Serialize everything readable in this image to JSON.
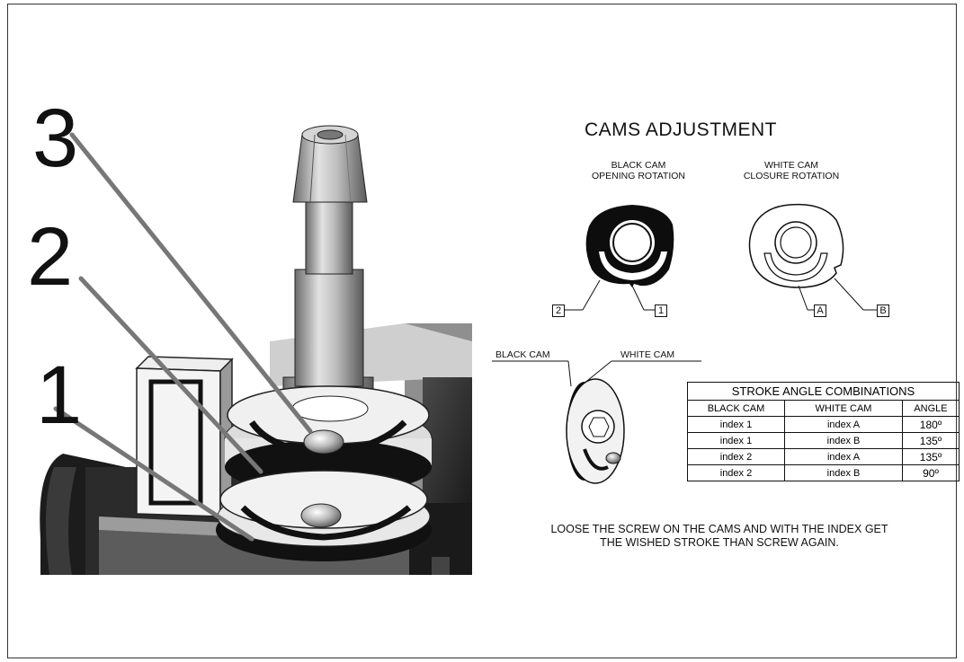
{
  "title": "CAMS ADJUSTMENT",
  "callouts": [
    "3",
    "2",
    "1"
  ],
  "black_cam": {
    "caption_line1": "BLACK CAM",
    "caption_line2": "OPENING ROTATION",
    "index_left": "2",
    "index_right": "1"
  },
  "white_cam": {
    "caption_line1": "WHITE CAM",
    "caption_line2": "CLOSURE ROTATION",
    "index_left": "A",
    "index_right": "B"
  },
  "assembly": {
    "black_label": "BLACK CAM",
    "white_label": "WHITE CAM"
  },
  "table": {
    "title": "STROKE ANGLE COMBINATIONS",
    "headers": [
      "BLACK CAM",
      "WHITE CAM",
      "ANGLE"
    ],
    "rows": [
      [
        "index 1",
        "index A",
        "180º"
      ],
      [
        "index 1",
        "index B",
        "135º"
      ],
      [
        "index 2",
        "index A",
        "135º"
      ],
      [
        "index 2",
        "index B",
        "90º"
      ]
    ]
  },
  "instructions": {
    "line1": "LOOSE THE SCREW ON THE CAMS AND WITH THE INDEX GET",
    "line2": "THE WISHED STROKE THAN SCREW AGAIN."
  }
}
